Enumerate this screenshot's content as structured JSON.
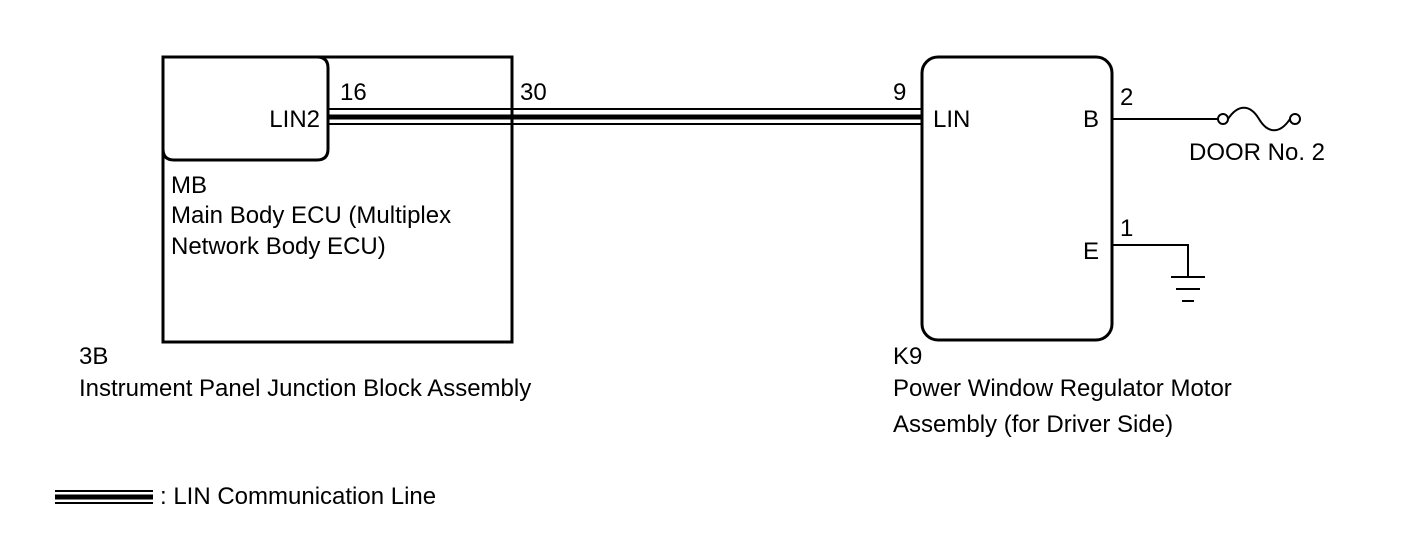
{
  "ecu": {
    "connector_code": "MB",
    "name_line1": "Main Body ECU (Multiplex",
    "name_line2": "Network Body ECU)",
    "terminal": "LIN2",
    "pin": "16"
  },
  "junction_block": {
    "connector_code": "3B",
    "name": "Instrument Panel Junction Block Assembly",
    "pin": "30"
  },
  "motor": {
    "connector_code": "K9",
    "name_line1": "Power Window Regulator Motor",
    "name_line2": "Assembly (for Driver Side)",
    "terminal_lin": "LIN",
    "pin_lin": "9",
    "terminal_b": "B",
    "pin_b": "2",
    "terminal_e": "E",
    "pin_e": "1"
  },
  "fuse": {
    "label": "DOOR No. 2"
  },
  "legend": {
    "label": ": LIN Communication Line"
  }
}
